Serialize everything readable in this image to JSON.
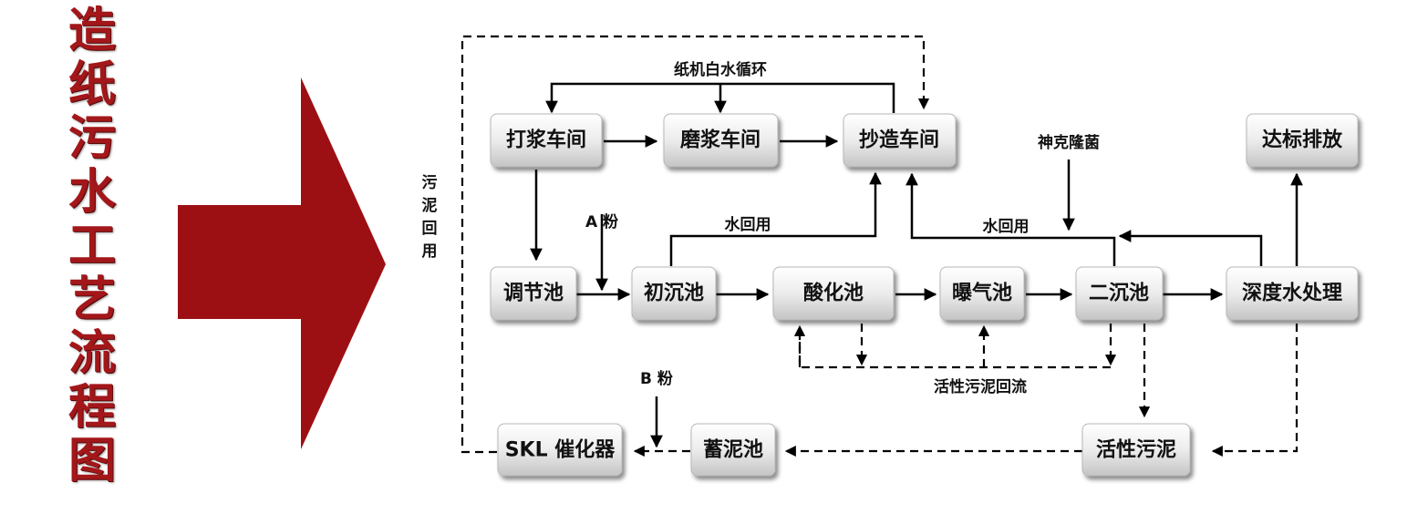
{
  "left_title": [
    "造",
    "纸",
    "污",
    "水",
    "工",
    "艺",
    "流",
    "程",
    "图"
  ],
  "nodes": {
    "dajiang": "打浆车间",
    "mojiang": "磨浆车间",
    "chaozao": "抄造车间",
    "dabiao": "达标排放",
    "tiaojie": "调节池",
    "chuchen": "初沉池",
    "suanhua": "酸化池",
    "puqi": "曝气池",
    "erchen": "二沉池",
    "shendu": "深度水处理",
    "skl": "SKL 催化器",
    "xuni": "蓄泥池",
    "huoxing": "活性污泥"
  },
  "labels": {
    "white_water": "纸机白水循环",
    "shenke": "神克隆菌",
    "a_powder": "A 粉",
    "b_powder": "B 粉",
    "water_reuse_1": "水回用",
    "water_reuse_2": "水回用",
    "sludge_return": "活性污泥回流",
    "sludge_reuse": [
      "污",
      "泥",
      "回",
      "用"
    ]
  },
  "colors": {
    "title_red": "#a3171a",
    "arrow_red": "#9c1014"
  }
}
